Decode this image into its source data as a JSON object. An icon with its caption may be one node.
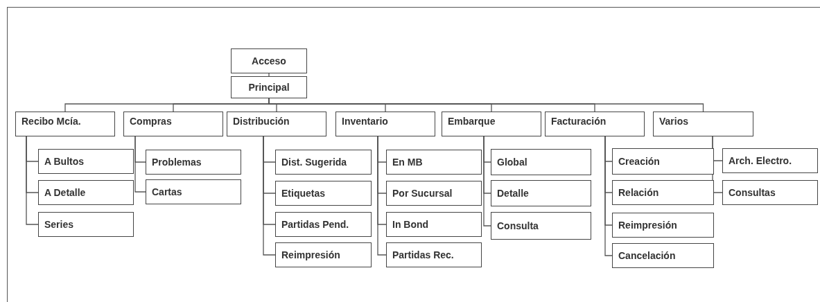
{
  "diagram": {
    "nodes": [
      {
        "text": [
          "Acceso"
        ]
      },
      {
        "text": [
          "Principal"
        ]
      },
      {
        "text": [
          "Recibo Mcía."
        ]
      },
      {
        "text": [
          "Compras"
        ]
      },
      {
        "text": [
          "Distribución"
        ]
      },
      {
        "text": [
          "Inventario"
        ]
      },
      {
        "text": [
          "Embarque"
        ]
      },
      {
        "text": [
          "Facturación"
        ]
      },
      {
        "text": [
          "Varios"
        ]
      },
      {
        "text": [
          "A Bultos"
        ]
      },
      {
        "text": [
          "A Detalle"
        ]
      },
      {
        "text": [
          "Series"
        ]
      },
      {
        "text": [
          "Problemas"
        ]
      },
      {
        "text": [
          "Cartas"
        ]
      },
      {
        "text": [
          "Dist. Sugerida"
        ]
      },
      {
        "text": [
          "Etiquetas"
        ]
      },
      {
        "text": [
          "Partidas Pend."
        ]
      },
      {
        "text": [
          "Reimpresión"
        ]
      },
      {
        "text": [
          "En MB"
        ]
      },
      {
        "text": [
          "Por Sucursal"
        ]
      },
      {
        "text": [
          "In Bond"
        ]
      },
      {
        "text": [
          "Partidas Rec."
        ]
      },
      {
        "text": [
          "Global"
        ]
      },
      {
        "text": [
          "Detalle"
        ]
      },
      {
        "text": [
          "Consulta"
        ]
      },
      {
        "text": [
          "Creación"
        ]
      },
      {
        "text": [
          "Relación"
        ]
      },
      {
        "text": [
          "Reimpresión"
        ]
      },
      {
        "text": [
          "Cancelación"
        ]
      },
      {
        "text": [
          "Arch. Electro."
        ]
      },
      {
        "text": [
          "Consultas"
        ]
      }
    ],
    "edges": [
      {
        "from": 0,
        "to": 1,
        "arrow": "none"
      },
      {
        "from": 1,
        "to": 2,
        "arrow": "none"
      },
      {
        "from": 1,
        "to": 3,
        "arrow": "none"
      },
      {
        "from": 1,
        "to": 4,
        "arrow": "none"
      },
      {
        "from": 1,
        "to": 5,
        "arrow": "none"
      },
      {
        "from": 1,
        "to": 6,
        "arrow": "none"
      },
      {
        "from": 1,
        "to": 7,
        "arrow": "none"
      },
      {
        "from": 1,
        "to": 8,
        "arrow": "none"
      },
      {
        "from": 2,
        "to": 9,
        "arrow": "none"
      },
      {
        "from": 2,
        "to": 10,
        "arrow": "none"
      },
      {
        "from": 2,
        "to": 11,
        "arrow": "none"
      },
      {
        "from": 3,
        "to": 12,
        "arrow": "none"
      },
      {
        "from": 3,
        "to": 13,
        "arrow": "none"
      },
      {
        "from": 4,
        "to": 14,
        "arrow": "none"
      },
      {
        "from": 4,
        "to": 15,
        "arrow": "none"
      },
      {
        "from": 4,
        "to": 16,
        "arrow": "none"
      },
      {
        "from": 4,
        "to": 17,
        "arrow": "none"
      },
      {
        "from": 5,
        "to": 18,
        "arrow": "none"
      },
      {
        "from": 5,
        "to": 19,
        "arrow": "none"
      },
      {
        "from": 5,
        "to": 20,
        "arrow": "none"
      },
      {
        "from": 5,
        "to": 21,
        "arrow": "none"
      },
      {
        "from": 6,
        "to": 22,
        "arrow": "none"
      },
      {
        "from": 6,
        "to": 23,
        "arrow": "none"
      },
      {
        "from": 6,
        "to": 24,
        "arrow": "none"
      },
      {
        "from": 7,
        "to": 25,
        "arrow": "none"
      },
      {
        "from": 7,
        "to": 26,
        "arrow": "none"
      },
      {
        "from": 7,
        "to": 27,
        "arrow": "none"
      },
      {
        "from": 7,
        "to": 28,
        "arrow": "none"
      },
      {
        "from": 8,
        "to": 29,
        "arrow": "none"
      },
      {
        "from": 8,
        "to": 30,
        "arrow": "none"
      }
    ]
  }
}
